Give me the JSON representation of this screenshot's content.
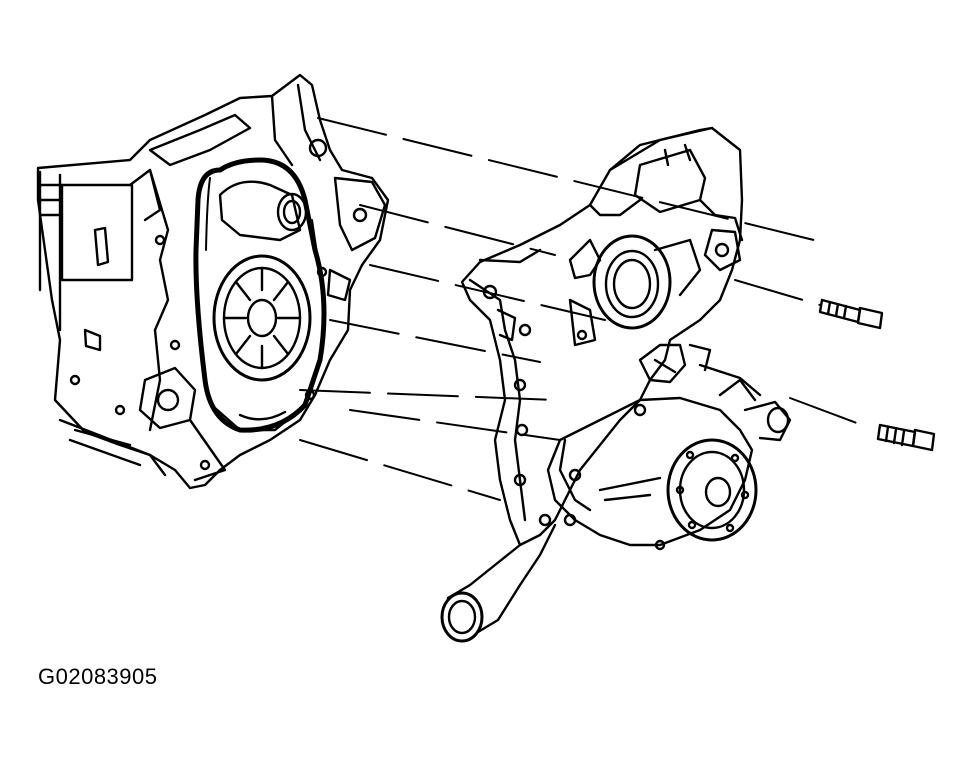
{
  "figure": {
    "caption_id": "G02083905",
    "colors": {
      "ink": "#000000",
      "paper": "#ffffff"
    },
    "parts": [
      "engine-block-front",
      "timing-chain",
      "camshaft-sprocket",
      "crankshaft-sprocket",
      "front-cover",
      "crankshaft-seal",
      "water-pump",
      "coolant-outlet-pipe",
      "cover-bolt-upper",
      "cover-bolt-lower"
    ]
  }
}
